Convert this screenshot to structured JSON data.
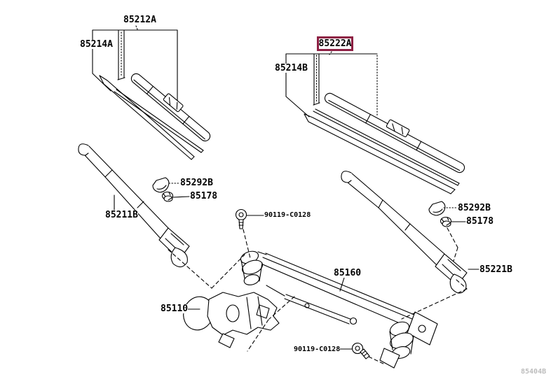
{
  "diagram": {
    "kind": "parts-diagram",
    "watermark": "85404B",
    "highlighted_part": "85222A",
    "colors": {
      "line": "#000000",
      "label_text": "#000000",
      "highlight_border": "#8e2044",
      "watermark_text": "#bdbdbd",
      "background": "#ffffff"
    },
    "labels": {
      "blade_assy_left": "85212A",
      "blade_rubber_left": "85214A",
      "blade_assy_right": "85222A",
      "blade_rubber_right": "85214B",
      "arm_left": "85211B",
      "arm_right": "85221B",
      "pivot_cap_left": "85292B",
      "pivot_cap_right": "85292B",
      "pivot_nut_left": "85178",
      "pivot_nut_right": "85178",
      "link_assy": "85160",
      "motor": "85110",
      "bolt_left": "90119-C0128",
      "bolt_right": "90119-C0128"
    }
  }
}
